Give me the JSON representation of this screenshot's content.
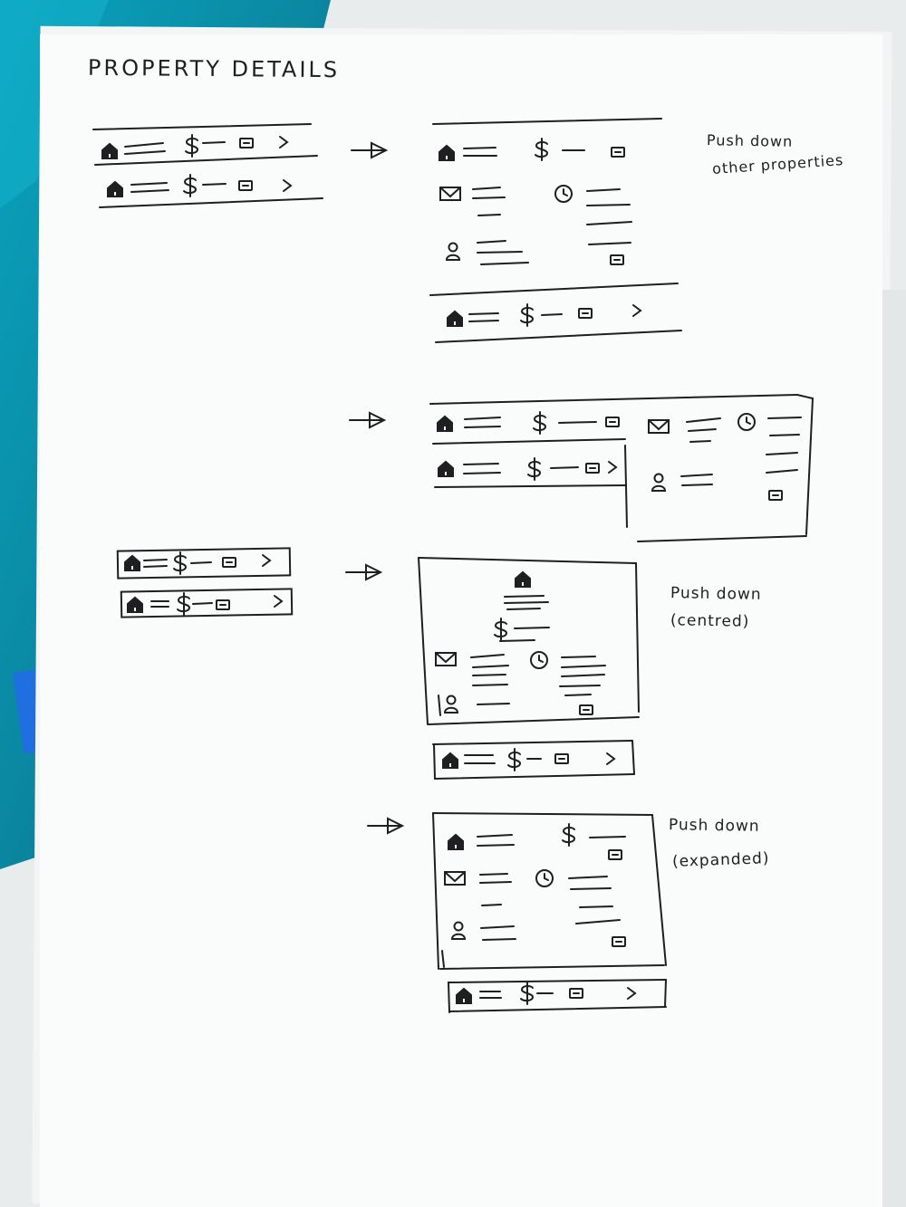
{
  "sketch": {
    "title": "PROPERTY DETAILS",
    "notes": {
      "push_down_other": [
        "Push down",
        "other properties"
      ],
      "push_down_centred": [
        "Push down",
        "(centred)"
      ],
      "push_down_expanded": [
        "Push down",
        "(expanded)"
      ]
    }
  },
  "colors": {
    "background": "#eef1f2",
    "teal_folder": "#0e8fa8",
    "paper": "#fafbfb",
    "ink": "#1f1f22",
    "blue_sticky": "#1f6fe0"
  },
  "icons": [
    "home-icon",
    "dollar-icon",
    "tag-icon",
    "chevron-right-icon",
    "envelope-icon",
    "clock-icon",
    "person-icon",
    "arrow-right-icon"
  ]
}
